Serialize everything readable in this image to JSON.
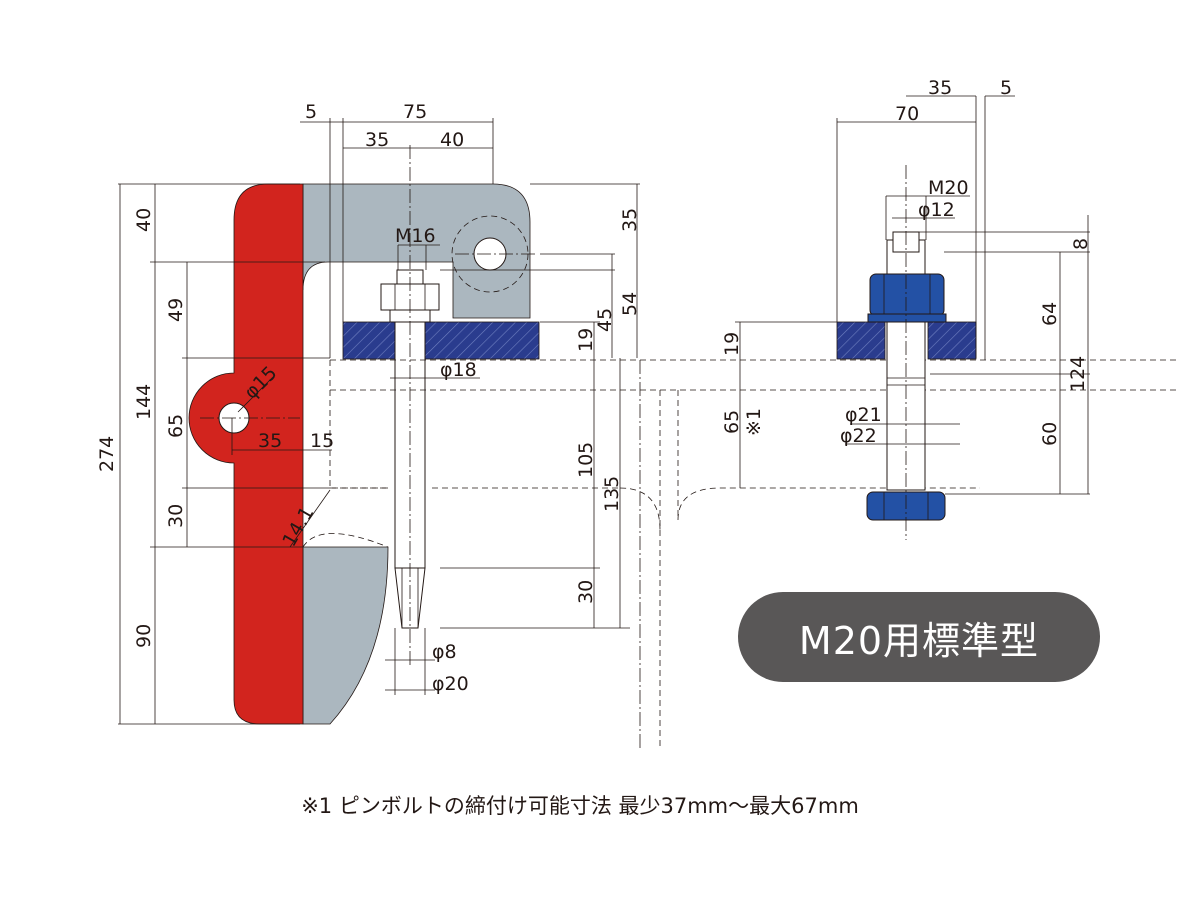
{
  "badge": {
    "label": "M20用標準型"
  },
  "footnote": {
    "text": "※1 ピンボルトの締付け可能寸法 最少37mm〜最大67mm"
  },
  "colors": {
    "clamp_red": "#d2241e",
    "body_gray": "#abb7bf",
    "plate_blue": "#2a3c8e",
    "nut_blue": "#2351a5",
    "badge_bg": "#595757"
  },
  "side_view": {
    "dims": {
      "top_5": "5",
      "top_75": "75",
      "top_35": "35",
      "top_40": "40",
      "left_274": "274",
      "left_40": "40",
      "left_144": "144",
      "left_49": "49",
      "left_65": "65",
      "left_30": "30",
      "left_90": "90",
      "phi15": "φ15",
      "horiz_35": "35",
      "horiz_15": "15",
      "r14_1": "14.1",
      "bolt_label": "M16",
      "phi18": "φ18",
      "phi8": "φ8",
      "phi20": "φ20",
      "right_35": "35",
      "right_45": "45",
      "right_54": "54",
      "right_19": "19",
      "right_105": "105",
      "right_135": "135",
      "right_30": "30"
    }
  },
  "end_view": {
    "dims": {
      "top_35": "35",
      "top_5": "5",
      "top_70": "70",
      "bolt_label": "M20",
      "phi12": "φ12",
      "dim_8": "8",
      "dim_64": "64",
      "dim_124": "124",
      "dim_60": "60",
      "dim_19": "19",
      "dim_65": "65",
      "note_mark": "※1",
      "phi21": "φ21",
      "phi22": "φ22"
    }
  }
}
